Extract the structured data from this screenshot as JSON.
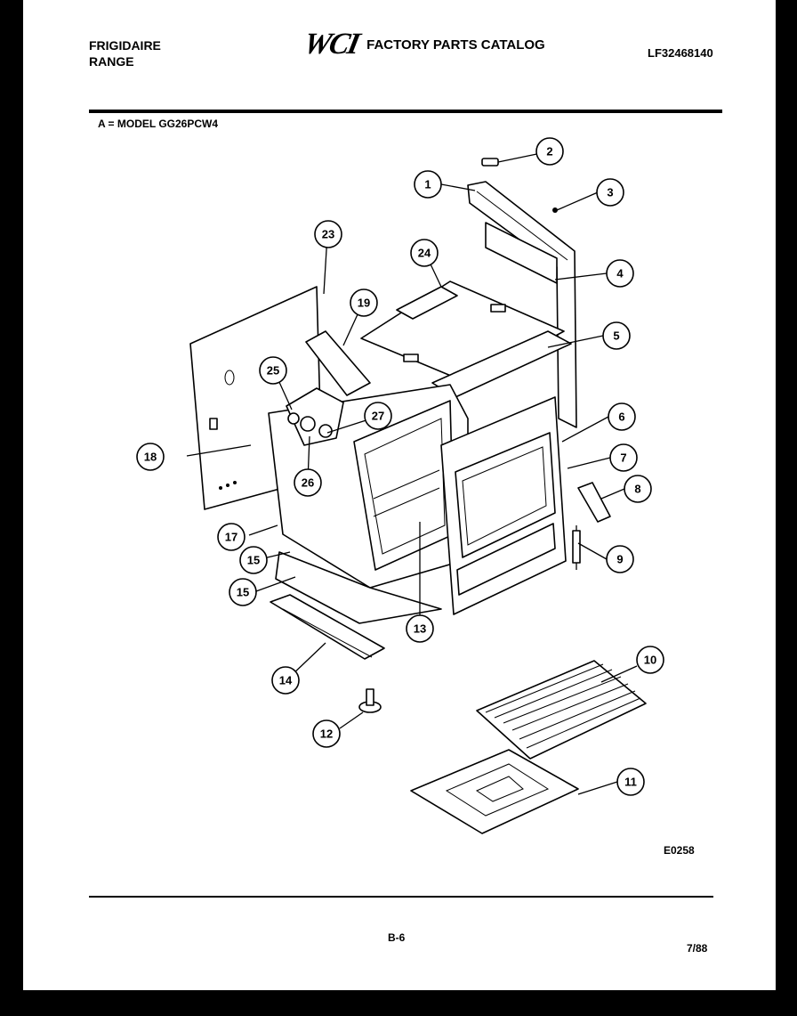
{
  "header": {
    "brand_line1": "FRIGIDAIRE",
    "brand_line2": "RANGE",
    "logo": "WCI",
    "catalog_title": "FACTORY PARTS CATALOG",
    "doc_number": "LF32468140"
  },
  "model_line": "A = MODEL GG26PCW4",
  "figure_code": "E0258",
  "footer": {
    "page": "B-6",
    "date": "7/88"
  },
  "callouts": [
    "1",
    "2",
    "3",
    "4",
    "5",
    "6",
    "7",
    "8",
    "9",
    "10",
    "11",
    "12",
    "13",
    "14",
    "15",
    "15",
    "17",
    "18",
    "19",
    "23",
    "24",
    "25",
    "26",
    "27"
  ],
  "colors": {
    "ink": "#000000",
    "paper": "#ffffff",
    "border": "#000000"
  }
}
